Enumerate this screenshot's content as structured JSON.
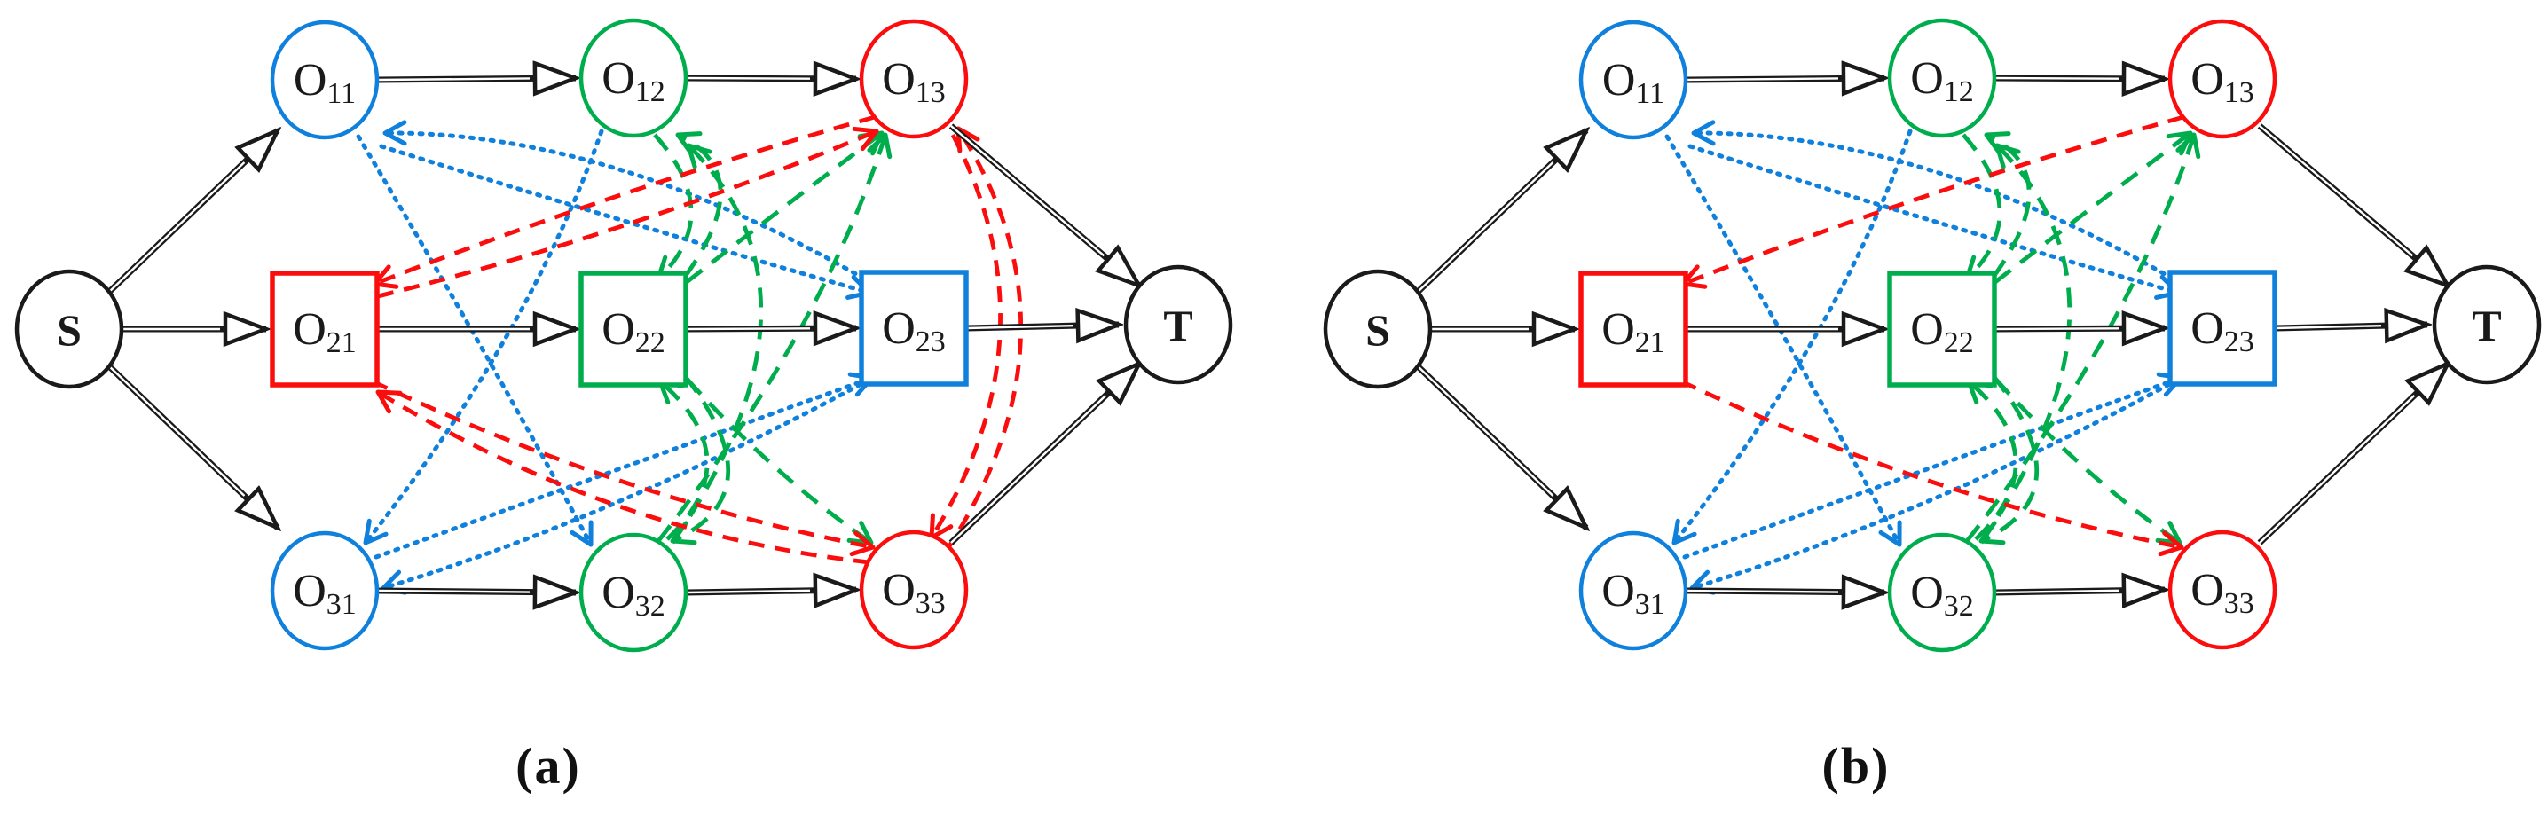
{
  "figure_type": "job-shop disjunctive graph pair",
  "colors": {
    "background": "#ffffff",
    "black": "#1a1a1a",
    "machine_blue": "#1080dd",
    "machine_green": "#00ad4d",
    "machine_red": "#fb0d0d"
  },
  "nodes": [
    {
      "id": "S",
      "label": "S",
      "sub": "",
      "shape": "circle",
      "color": "black"
    },
    {
      "id": "T",
      "label": "T",
      "sub": "",
      "shape": "circle",
      "color": "black"
    },
    {
      "id": "O11",
      "label": "O",
      "sub": "11",
      "shape": "circle",
      "color": "machine_blue"
    },
    {
      "id": "O12",
      "label": "O",
      "sub": "12",
      "shape": "circle",
      "color": "machine_green"
    },
    {
      "id": "O13",
      "label": "O",
      "sub": "13",
      "shape": "circle",
      "color": "machine_red"
    },
    {
      "id": "O21",
      "label": "O",
      "sub": "21",
      "shape": "square",
      "color": "machine_red"
    },
    {
      "id": "O22",
      "label": "O",
      "sub": "22",
      "shape": "square",
      "color": "machine_green"
    },
    {
      "id": "O23",
      "label": "O",
      "sub": "23",
      "shape": "square",
      "color": "machine_blue"
    },
    {
      "id": "O31",
      "label": "O",
      "sub": "31",
      "shape": "circle",
      "color": "machine_blue"
    },
    {
      "id": "O32",
      "label": "O",
      "sub": "32",
      "shape": "circle",
      "color": "machine_green"
    },
    {
      "id": "O33",
      "label": "O",
      "sub": "33",
      "shape": "circle",
      "color": "machine_red"
    }
  ],
  "diagrams": [
    {
      "id": "a",
      "caption": "(a)",
      "conjunctive_edges": [
        [
          "S",
          "O11"
        ],
        [
          "S",
          "O21"
        ],
        [
          "S",
          "O31"
        ],
        [
          "O11",
          "O12"
        ],
        [
          "O12",
          "O13"
        ],
        [
          "O13",
          "T"
        ],
        [
          "O21",
          "O22"
        ],
        [
          "O22",
          "O23"
        ],
        [
          "O23",
          "T"
        ],
        [
          "O31",
          "O32"
        ],
        [
          "O32",
          "O33"
        ],
        [
          "O33",
          "T"
        ]
      ],
      "disjunctive_edges": {
        "machine_blue": [
          [
            "O23",
            "O11"
          ],
          [
            "O11",
            "O23"
          ],
          [
            "O12",
            "O31"
          ],
          [
            "O11",
            "O32"
          ],
          [
            "O23",
            "O31"
          ],
          [
            "O31",
            "O23"
          ]
        ],
        "machine_green": [
          [
            "O22",
            "O12"
          ],
          [
            "O32",
            "O12"
          ],
          [
            "O12",
            "O22"
          ],
          [
            "O32",
            "O22"
          ],
          [
            "O22",
            "O32"
          ],
          [
            "O32",
            "O13"
          ],
          [
            "O22",
            "O33"
          ],
          [
            "O22",
            "O13"
          ]
        ],
        "machine_red": [
          [
            "O13",
            "O21"
          ],
          [
            "O21",
            "O13"
          ],
          [
            "O21",
            "O33"
          ],
          [
            "O33",
            "O21"
          ],
          [
            "O13",
            "O33"
          ],
          [
            "O33",
            "O13"
          ]
        ]
      }
    },
    {
      "id": "b",
      "caption": "(b)",
      "conjunctive_edges": [
        [
          "S",
          "O11"
        ],
        [
          "S",
          "O21"
        ],
        [
          "S",
          "O31"
        ],
        [
          "O11",
          "O12"
        ],
        [
          "O12",
          "O13"
        ],
        [
          "O13",
          "T"
        ],
        [
          "O21",
          "O22"
        ],
        [
          "O22",
          "O23"
        ],
        [
          "O23",
          "T"
        ],
        [
          "O31",
          "O32"
        ],
        [
          "O32",
          "O33"
        ],
        [
          "O33",
          "T"
        ]
      ],
      "disjunctive_edges": {
        "machine_blue": [
          [
            "O23",
            "O11"
          ],
          [
            "O11",
            "O23"
          ],
          [
            "O12",
            "O31"
          ],
          [
            "O11",
            "O32"
          ],
          [
            "O23",
            "O31"
          ],
          [
            "O31",
            "O23"
          ]
        ],
        "machine_green": [
          [
            "O22",
            "O12"
          ],
          [
            "O32",
            "O12"
          ],
          [
            "O12",
            "O22"
          ],
          [
            "O32",
            "O22"
          ],
          [
            "O22",
            "O32"
          ],
          [
            "O32",
            "O13"
          ],
          [
            "O22",
            "O33"
          ],
          [
            "O22",
            "O13"
          ]
        ],
        "machine_red": [
          [
            "O13",
            "O21"
          ],
          [
            "O21",
            "O33"
          ]
        ]
      }
    }
  ]
}
